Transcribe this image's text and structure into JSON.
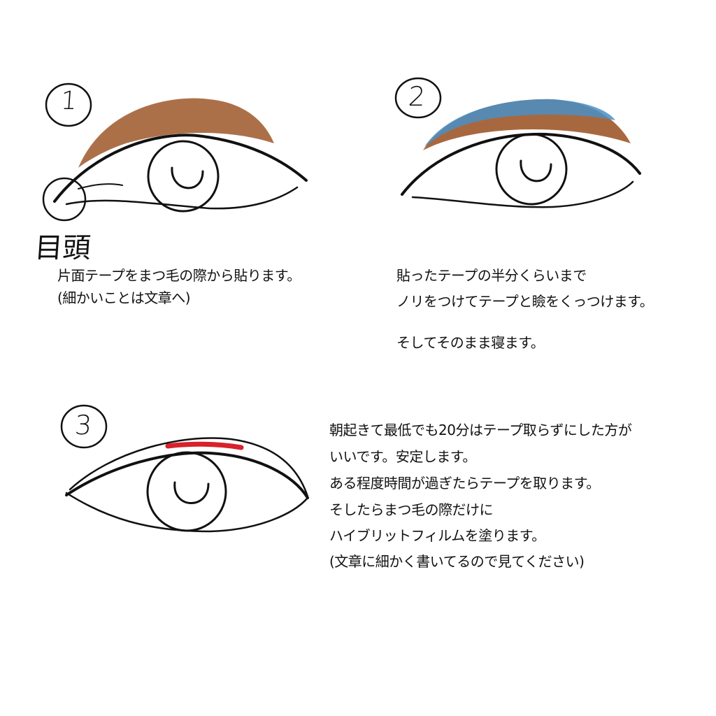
{
  "steps": [
    {
      "number": "1",
      "label": "目頭",
      "lines": [
        "片面テープをまつ毛の際から貼ります。",
        "(細かいことは文章へ)"
      ]
    },
    {
      "number": "2",
      "lines": [
        "貼ったテープの半分くらいまで",
        "ノリをつけてテープと瞼をくっつけます。",
        "そしてそのまま寝ます。"
      ]
    },
    {
      "number": "3",
      "lines": [
        "朝起きて最低でも20分はテープ取らずにした方が",
        "いいです。安定します。",
        "ある程度時間が過ぎたらテープを取ります。",
        "そしたらまつ毛の際だけに",
        "ハイブリットフィルムを塗ります。",
        "(文章に細かく書いてるので見てください)"
      ]
    }
  ],
  "colors": {
    "tape": "#a8683f",
    "glue": "#4a8fc4",
    "film": "#d8212b",
    "line": "#111111"
  }
}
